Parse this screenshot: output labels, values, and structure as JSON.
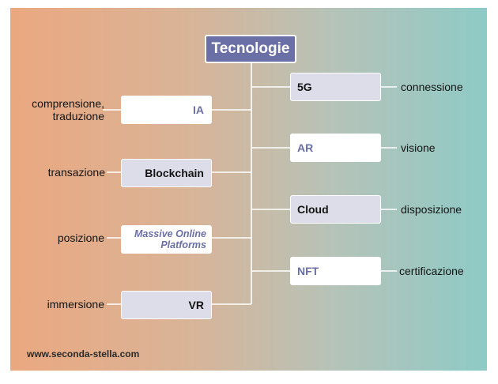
{
  "title": "Tecnologie",
  "left_branches": [
    {
      "name": "IA",
      "description": "comprensione, traduzione",
      "description_lines": [
        "comprensione,",
        "traduzione"
      ],
      "style": "white"
    },
    {
      "name": "Blockchain",
      "description": "transazione",
      "style": "grey"
    },
    {
      "name": "Massive Online Platforms",
      "name_lines": [
        "Massive Online",
        "Platforms"
      ],
      "description": "posizione",
      "style": "white"
    },
    {
      "name": "VR",
      "description": "immersione",
      "style": "grey"
    }
  ],
  "right_branches": [
    {
      "name": "5G",
      "description": "connessione",
      "style": "grey"
    },
    {
      "name": "AR",
      "description": "visione",
      "style": "white"
    },
    {
      "name": "Cloud",
      "description": "disposizione",
      "style": "grey"
    },
    {
      "name": "NFT",
      "description": "certificazione",
      "style": "white"
    }
  ],
  "footer": "www.seconda-stella.com",
  "colors": {
    "gradient_left": "#eba880",
    "gradient_right": "#8ecac6",
    "accent": "#6a6fa6",
    "box_grey": "#dcdde8",
    "box_white": "#ffffff"
  }
}
